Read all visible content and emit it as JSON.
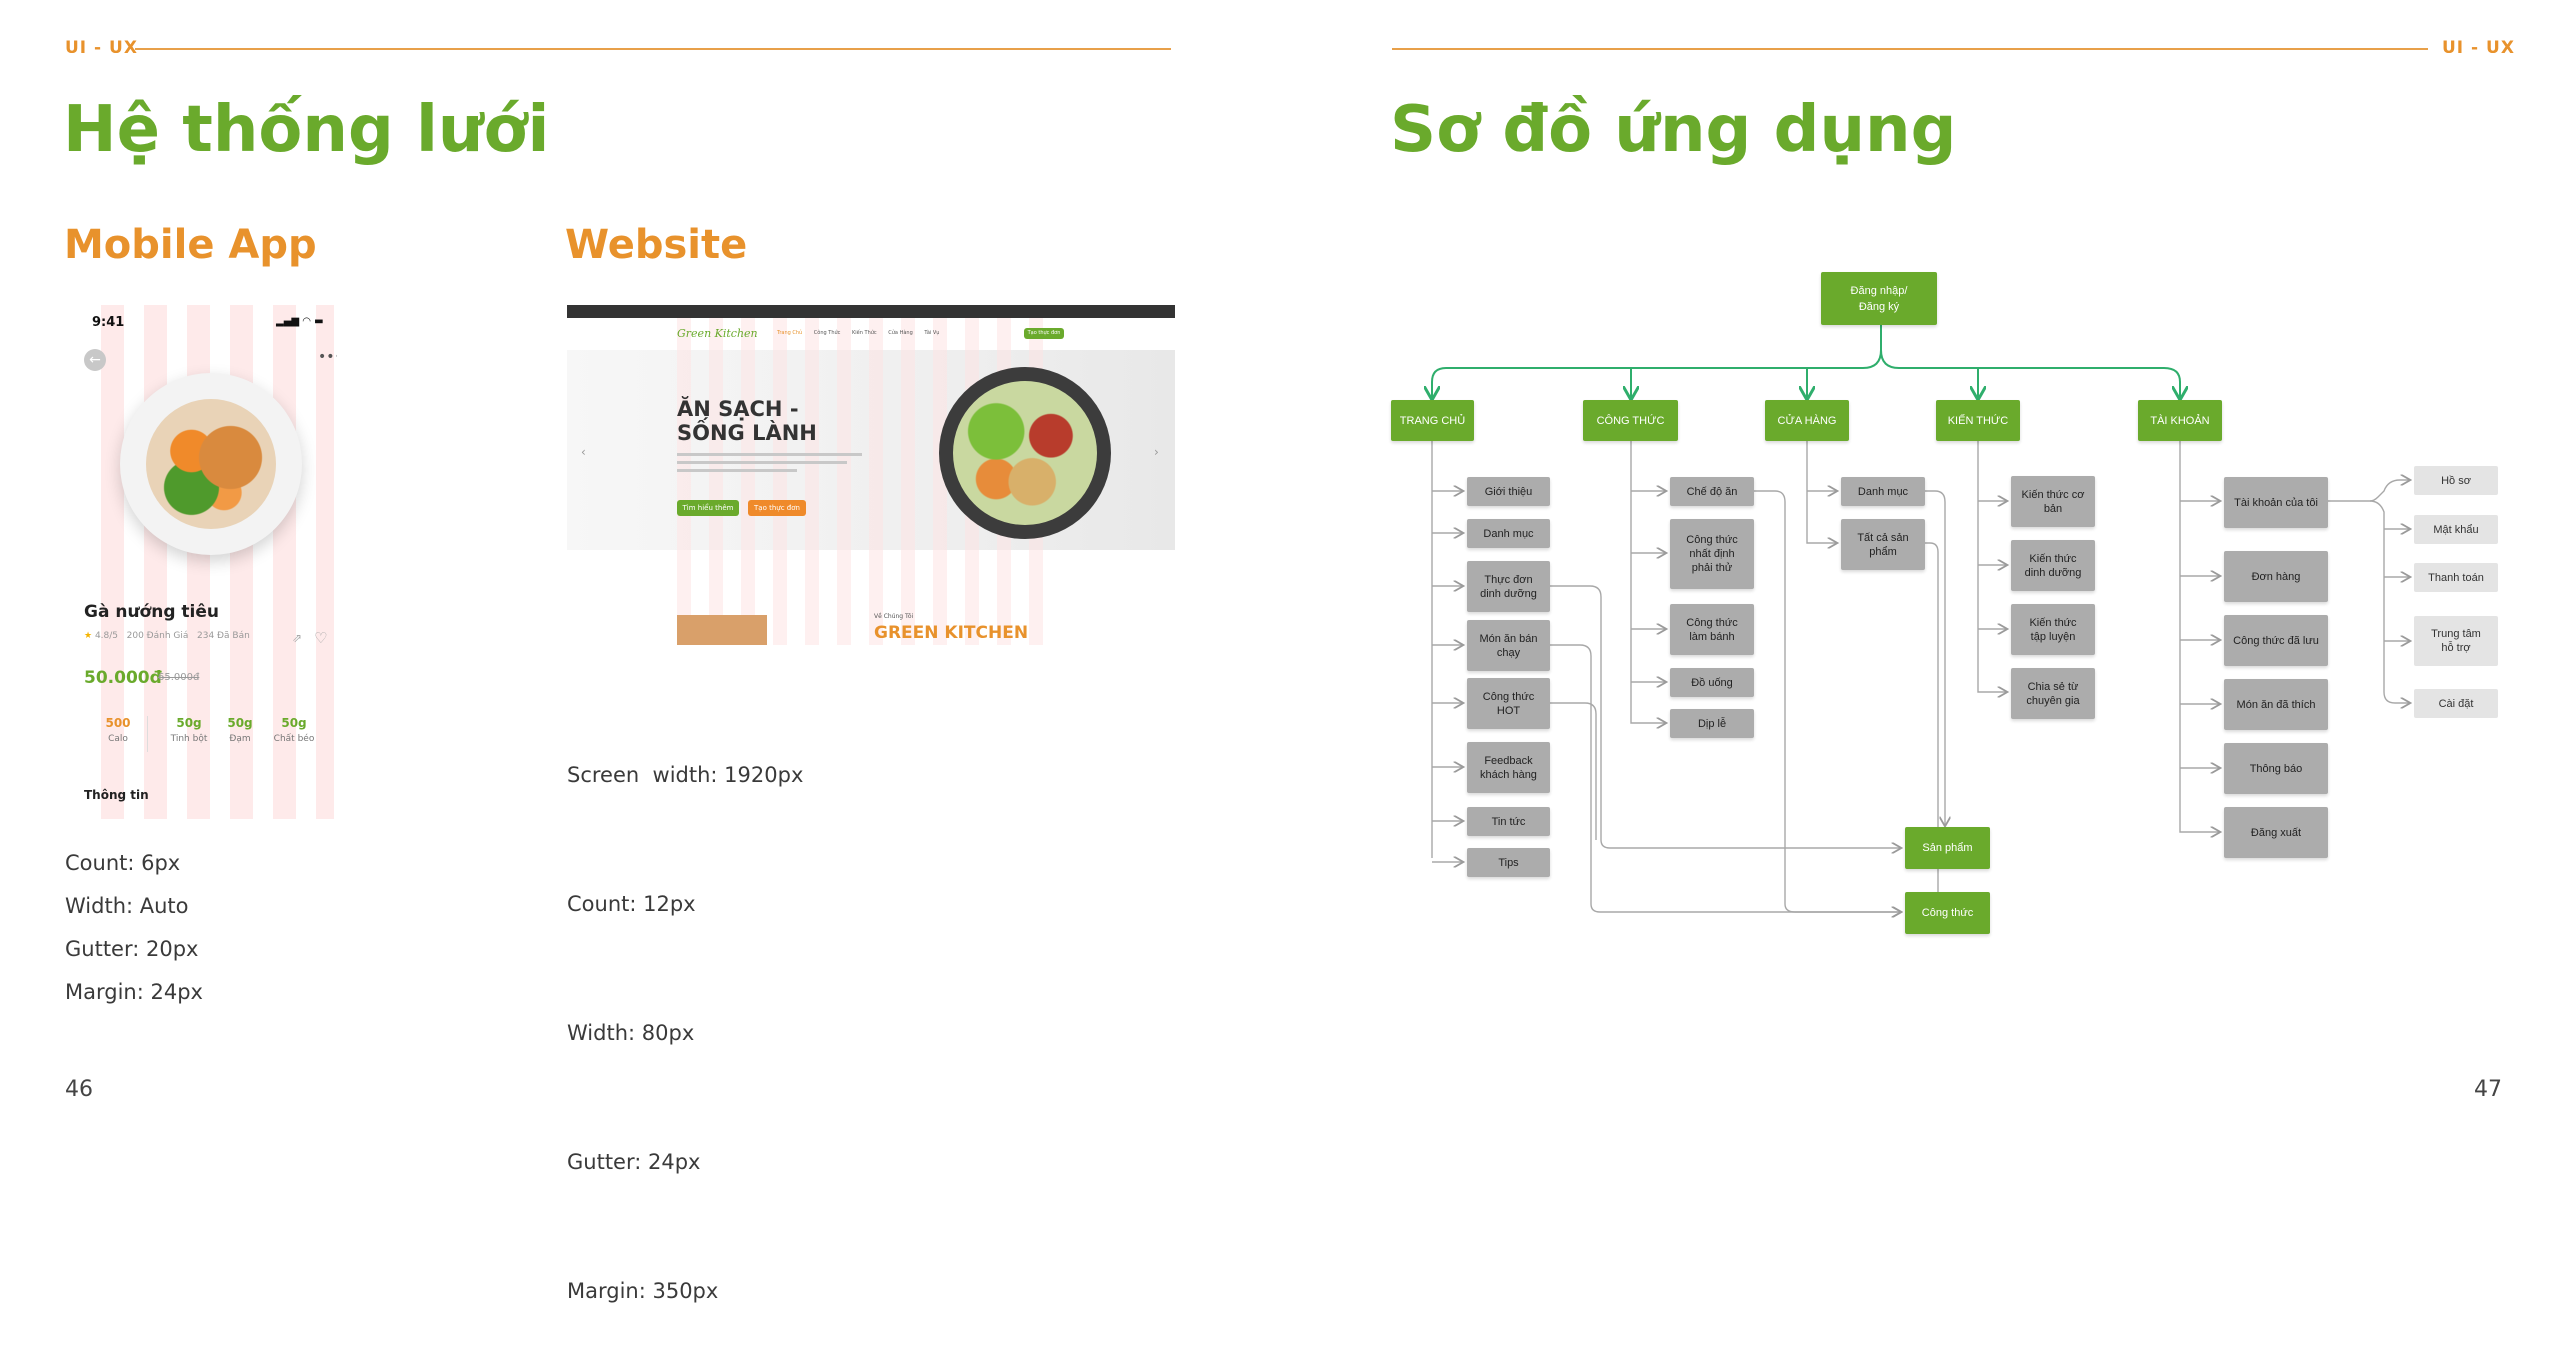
{
  "left_page": {
    "tag": "UI - UX",
    "title": "Hệ thống lưới",
    "mobile": {
      "heading": "Mobile App",
      "specs": [
        "Count: 6px",
        "Width: Auto",
        "Gutter: 20px",
        "Margin: 24px"
      ],
      "mockup": {
        "time": "9:41",
        "dish_name": "Gà nướng tiêu",
        "rating": "4.8/5",
        "reviews": "200 Đánh Giá",
        "sold": "234 Đã Bán",
        "price": "50.000đ",
        "old_price": "65.000đ",
        "nutrition": [
          {
            "value": "500",
            "label": "Calo"
          },
          {
            "value": "50g",
            "label": "Tinh bột"
          },
          {
            "value": "50g",
            "label": "Đạm"
          },
          {
            "value": "50g",
            "label": "Chất béo"
          }
        ],
        "info_label": "Thông tin"
      }
    },
    "website": {
      "heading": "Website",
      "specs": [
        "Screen  width: 1920px",
        "Count: 12px",
        "Width: 80px",
        "Gutter: 24px",
        "Margin: 350px"
      ],
      "mockup": {
        "logo": "Green Kitchen",
        "nav": [
          "Trang Chủ",
          "Công Thức",
          "Kiến Thức",
          "Cửa Hàng",
          "Tài Vụ"
        ],
        "nav_button": "Tạo thực đơn",
        "hero_title_1": "ĂN SẠCH -",
        "hero_title_2": "SỐNG LÀNH",
        "hero_button_1": "Tìm hiểu thêm",
        "hero_button_2": "Tạo thực đơn",
        "about_label": "Về Chúng Tôi",
        "about_title": "GREEN KITCHEN"
      }
    },
    "page_number": "46"
  },
  "right_page": {
    "tag": "UI - UX",
    "title": "Sơ đồ ứng dụng",
    "page_number": "47",
    "sitemap": {
      "root": "Đăng nhập/\nĐăng ký",
      "sections": [
        "TRANG CHỦ",
        "CÔNG THỨC",
        "CỬA HÀNG",
        "KIẾN THỨC",
        "TÀI KHOẢN"
      ],
      "trang_chu": [
        "Giới thiệu",
        "Danh mục",
        "Thực đơn\ndinh dưỡng",
        "Món ăn bán\nchạy",
        "Công thức\nHOT",
        "Feedback\nkhách hàng",
        "Tin tức",
        "Tips"
      ],
      "cong_thuc": [
        "Chế độ ăn",
        "Công thức\nnhất định\nphải thử",
        "Công thức\nlàm bánh",
        "Đồ uống",
        "Dịp lễ"
      ],
      "cua_hang": [
        "Danh mục",
        "Tất cả sản\nphẩm"
      ],
      "kien_thuc": [
        "Kiến thức cơ\nbản",
        "Kiến thức\ndinh dưỡng",
        "Kiến thức\ntập luyện",
        "Chia sẻ từ\nchuyên gia"
      ],
      "tai_khoan": [
        "Tài khoản của tôi",
        "Đơn hàng",
        "Công thức đã lưu",
        "Món ăn đã thích",
        "Thông báo",
        "Đăng xuất"
      ],
      "tai_khoan_sub": [
        "Hồ sơ",
        "Mật khẩu",
        "Thanh toán",
        "Trung tâm\nhỗ trợ",
        "Cài đặt"
      ],
      "targets": [
        "Sản phẩm",
        "Công thức"
      ]
    }
  },
  "colors": {
    "green": "#6aaa2c",
    "orange": "#e8922c",
    "gray_node": "#acacac",
    "light_node": "#e4e4e4"
  }
}
